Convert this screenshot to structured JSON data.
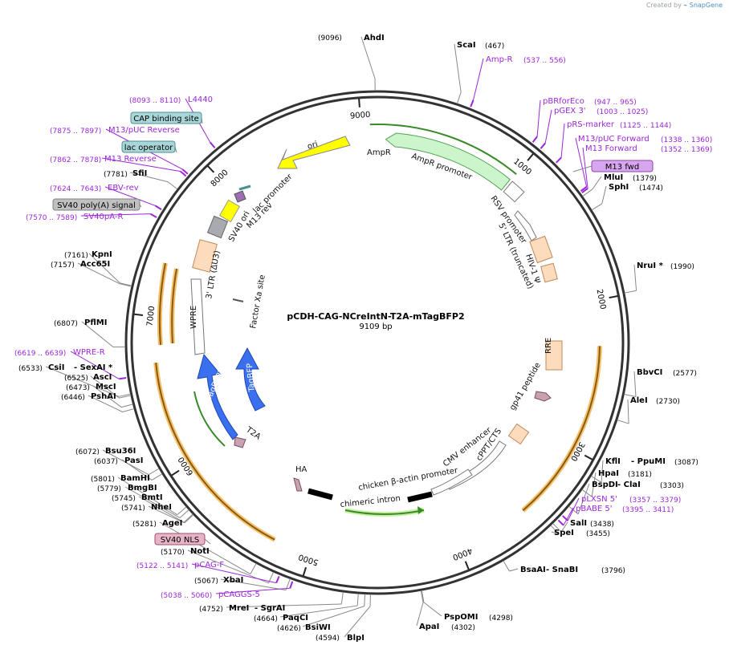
{
  "brand": {
    "created_by": "Created by",
    "app": "SnapGene"
  },
  "plasmid": {
    "name": "pCDH-CAG-NCreIntN-T2A-mTagBFP2",
    "size_label": "9109 bp",
    "length": 9109
  },
  "ticks": [
    {
      "pos": 1000,
      "label": "1000"
    },
    {
      "pos": 2000,
      "label": "2000"
    },
    {
      "pos": 3000,
      "label": "3000"
    },
    {
      "pos": 4000,
      "label": "4000"
    },
    {
      "pos": 5000,
      "label": "5000"
    },
    {
      "pos": 6000,
      "label": "6000"
    },
    {
      "pos": 7000,
      "label": "7000"
    },
    {
      "pos": 8000,
      "label": "8000"
    },
    {
      "pos": 9000,
      "label": "9000"
    }
  ],
  "sites": [
    {
      "name": "AhdI",
      "coord": "(9096)",
      "pos": 9096
    },
    {
      "name": "ScaI",
      "coord": "(467)",
      "pos": 467
    },
    {
      "name": "MluI",
      "coord": "(1379)",
      "pos": 1379
    },
    {
      "name": "SphI",
      "coord": "(1474)",
      "pos": 1474
    },
    {
      "name": "NruI *",
      "coord": "(1990)",
      "pos": 1990
    },
    {
      "name": "BbvCI",
      "coord": "(2577)",
      "pos": 2577
    },
    {
      "name": "AleI",
      "coord": "(2730)",
      "pos": 2730
    },
    {
      "name": "KflI",
      "name2": "- PpuMI",
      "coord": "(3087)",
      "pos": 3087
    },
    {
      "name": "HpaI",
      "coord": "(3181)",
      "pos": 3181
    },
    {
      "name": "BspDI",
      "name2": "- ClaI",
      "coord": "(3303)",
      "pos": 3303
    },
    {
      "name": "SalI",
      "coord": "(3438)",
      "pos": 3438
    },
    {
      "name": "SpeI",
      "coord": "(3455)",
      "pos": 3455
    },
    {
      "name": "BsaAI",
      "name2": "- SnaBI",
      "coord": "(3796)",
      "pos": 3796
    },
    {
      "name": "PspOMI",
      "coord": "(4298)",
      "pos": 4298
    },
    {
      "name": "ApaI",
      "coord": "(4302)",
      "pos": 4302
    },
    {
      "name": "BlpI",
      "coord": "(4594)",
      "pos": 4594
    },
    {
      "name": "BsiWI",
      "coord": "(4626)",
      "pos": 4626
    },
    {
      "name": "PaqCI",
      "coord": "(4664)",
      "pos": 4664
    },
    {
      "name": "MreI",
      "name2": "- SgrAI",
      "coord": "(4752)",
      "pos": 4752
    },
    {
      "name": "XbaI",
      "coord": "(5067)",
      "pos": 5067
    },
    {
      "name": "NotI",
      "coord": "(5170)",
      "pos": 5170
    },
    {
      "name": "AgeI",
      "coord": "(5281)",
      "pos": 5281
    },
    {
      "name": "NheI",
      "coord": "(5741)",
      "pos": 5741
    },
    {
      "name": "BmtI",
      "coord": "(5745)",
      "pos": 5745
    },
    {
      "name": "BmgBI",
      "coord": "(5779)",
      "pos": 5779
    },
    {
      "name": "BamHI",
      "coord": "(5801)",
      "pos": 5801
    },
    {
      "name": "PasI",
      "coord": "(6037)",
      "pos": 6037
    },
    {
      "name": "Bsu36I",
      "coord": "(6072)",
      "pos": 6072
    },
    {
      "name": "PshAI",
      "coord": "(6446)",
      "pos": 6446
    },
    {
      "name": "MscI",
      "coord": "(6473)",
      "pos": 6473
    },
    {
      "name": "AscI",
      "coord": "(6525)",
      "pos": 6525
    },
    {
      "name": "CsiI",
      "name2": "- SexAI *",
      "coord": "(6533)",
      "pos": 6533
    },
    {
      "name": "PflMI",
      "coord": "(6807)",
      "pos": 6807
    },
    {
      "name": "Acc65I",
      "coord": "(7157)",
      "pos": 7157
    },
    {
      "name": "KpnI",
      "coord": "(7161)",
      "pos": 7161
    },
    {
      "name": "SfiI",
      "coord": "(7781)",
      "pos": 7781
    }
  ],
  "primers": [
    {
      "name": "Amp-R",
      "range": "(537 .. 556)",
      "pos": 546
    },
    {
      "name": "pBRforEco",
      "range": "(947 .. 965)",
      "pos": 956
    },
    {
      "name": "pGEX 3'",
      "range": "(1003 .. 1025)",
      "pos": 1014
    },
    {
      "name": "pRS-marker",
      "range": "(1125 .. 1144)",
      "pos": 1134
    },
    {
      "name": "M13/pUC Forward",
      "range": "(1338 .. 1360)",
      "pos": 1349
    },
    {
      "name": "M13 Forward",
      "range": "(1352 .. 1369)",
      "pos": 1360
    },
    {
      "name": "pLXSN 5'",
      "range": "(3357 .. 3379)",
      "pos": 3368
    },
    {
      "name": "pBABE 5'",
      "range": "(3395 .. 3411)",
      "pos": 3403
    },
    {
      "name": "pCAG-F",
      "range": "(5122 .. 5141)",
      "pos": 5131
    },
    {
      "name": "pCAGGS-5",
      "range": "(5038 .. 5060)",
      "pos": 5049
    },
    {
      "name": "WPRE-R",
      "range": "(6619 .. 6639)",
      "pos": 6629
    },
    {
      "name": "SV40pA-R",
      "range": "(7570 .. 7589)",
      "pos": 7580
    },
    {
      "name": "EBV-rev",
      "range": "(7624 .. 7643)",
      "pos": 7633
    },
    {
      "name": "M13 Reverse",
      "range": "(7862 .. 7878)",
      "pos": 7870
    },
    {
      "name": "M13/pUC Reverse",
      "range": "(7875 .. 7897)",
      "pos": 7886
    },
    {
      "name": "L4440",
      "range": "(8093 .. 8110)",
      "pos": 8101
    }
  ],
  "boxed_labels": [
    {
      "name": "M13 fwd",
      "color": "#d8a6ef",
      "border": "#8e44ad"
    },
    {
      "name": "CAP binding site",
      "color": "#a9d6d8",
      "border": "#4a8f93"
    },
    {
      "name": "lac operator",
      "color": "#a9d6d8",
      "border": "#4a8f93"
    },
    {
      "name": "SV40 poly(A) signal",
      "color": "#c0c0c0",
      "border": "#808080"
    },
    {
      "name": "SV40 NLS",
      "color": "#e6b3c7",
      "border": "#9b4f6e"
    }
  ],
  "features": {
    "amp_r": "AmpR",
    "amp_promoter": "AmpR promoter",
    "ori": "ori",
    "rsv": "RSV promoter",
    "ltr5": "5' LTR (truncated)",
    "hiv": "HIV-1 Ψ",
    "rre": "RRE",
    "gp41": "gp41 peptide",
    "cppt": "cPPT/CTS",
    "cmv": "CMV enhancer",
    "chick": "chicken β-actin promoter",
    "chimeric": "chimeric intron",
    "ha": "HA",
    "t2a": "T2A",
    "mtag": "mTagBFP2",
    "tagbfp": "TagBFP",
    "wpre": "WPRE",
    "ltr3": "3' LTR (ΔU3)",
    "sv40ori": "SV40 ori",
    "lac": "lac promoter",
    "m13rev": "M13 rev",
    "factorxa": "Factor Xa site"
  },
  "colors": {
    "amp": "#ccf5cc",
    "amp_border": "#55a055",
    "ori": "#ffff00",
    "ltr": "#fcdcbd",
    "ltr_border": "#c08a5a",
    "blue": "#3a6ff0",
    "blue_border": "#1f47b0",
    "peptide": "#c9a2b2",
    "primer": "#9b27d8",
    "orf_line": "#3a8a2a",
    "orf_glow_green": "#c6f0a0",
    "orf_glow_orange": "#f4c06a"
  }
}
